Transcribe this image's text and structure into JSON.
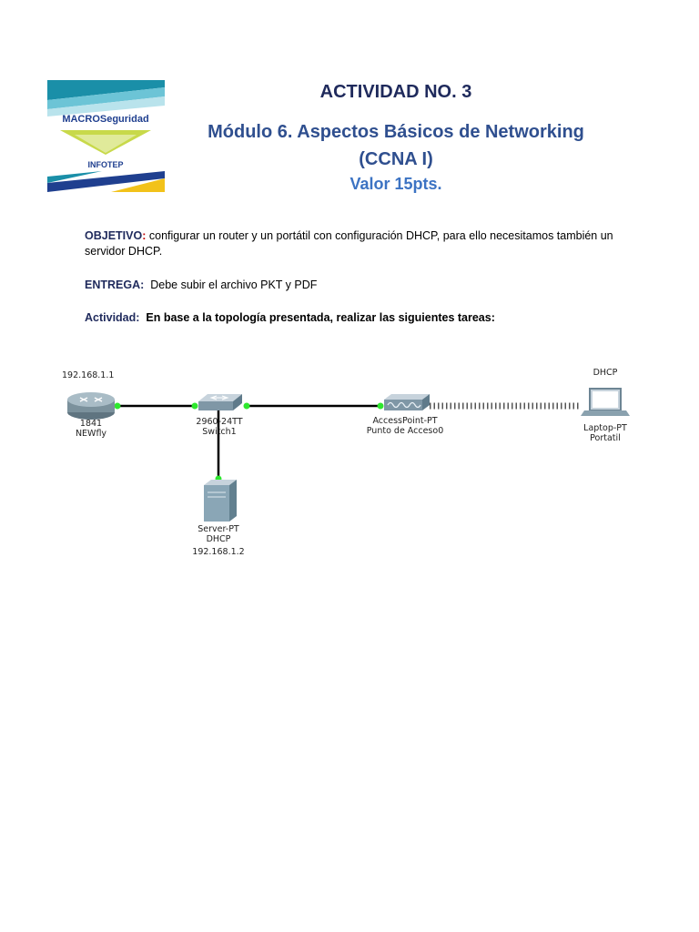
{
  "logo": {
    "brand_top": "MACROSeguridad",
    "brand_bottom": "INFOTEP"
  },
  "header": {
    "activity": "ACTIVIDAD NO. 3",
    "module_line1": "Módulo 6. Aspectos Básicos de Networking",
    "module_line2": "(CCNA I)",
    "value": "Valor 15pts."
  },
  "body": {
    "objetivo_label": "OBJETIVO",
    "objetivo_colon": ":",
    "objetivo_text": " configurar un router y un portátil con configuración DHCP, para ello necesitamos también un servidor DHCP.",
    "entrega_label": "ENTREGA:",
    "entrega_text": "  Debe subir el archivo PKT y PDF",
    "actividad_label": "Actividad:",
    "actividad_text": "  En base a la topología presentada, realizar las siguientes tareas:"
  },
  "topology": {
    "router": {
      "ip": "192.168.1.1",
      "model": "1841",
      "name": "NEWfly"
    },
    "switch": {
      "model": "2960-24TT",
      "name": "Switch1"
    },
    "access_point": {
      "model": "AccessPoint-PT",
      "name": "Punto de Acceso0"
    },
    "laptop": {
      "tag": "DHCP",
      "model": "Laptop-PT",
      "name": "Portatil"
    },
    "server": {
      "model": "Server-PT",
      "name": "DHCP",
      "ip": "192.168.1.2"
    }
  }
}
